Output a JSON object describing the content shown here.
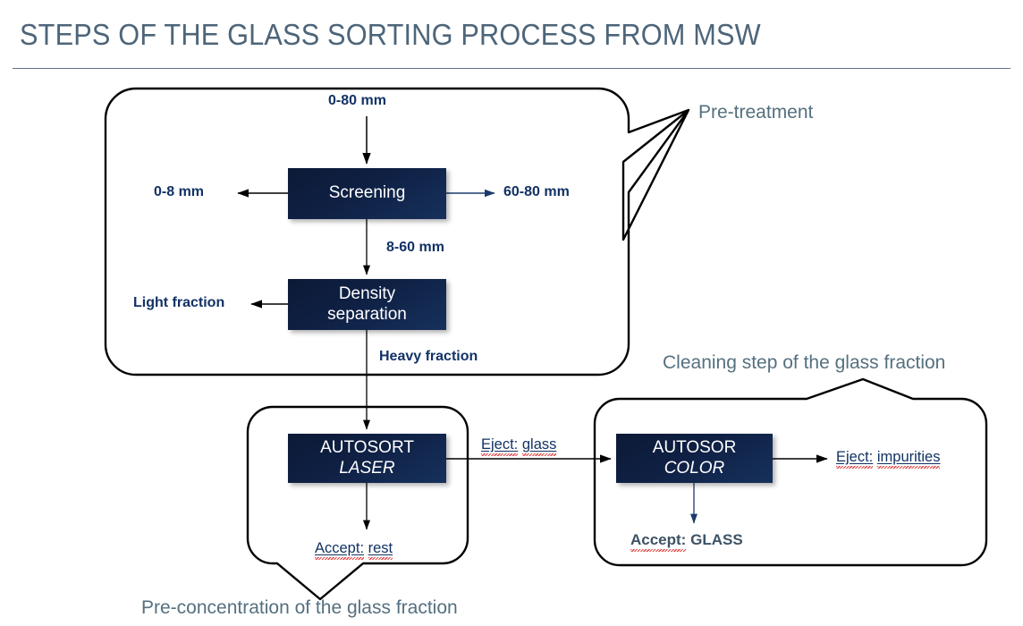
{
  "slide": {
    "title": "STEPS OF THE GLASS SORTING PROCESS FROM MSW",
    "title_color": "#4d6579",
    "rule_color": "#44577a",
    "background": "#ffffff"
  },
  "colors": {
    "box_fill_dark": "#0c1a36",
    "box_fill_light": "#16315c",
    "flow_label": "#123265",
    "caption": "#55707f",
    "glass_label": "#3d5264",
    "spellcheck_underline": "#e23b3b",
    "connector": "#000000"
  },
  "process_boxes": [
    {
      "id": "screening",
      "line1": "Screening",
      "line2": "",
      "italic_line2": false
    },
    {
      "id": "density",
      "line1": "Density",
      "line2": "separation",
      "italic_line2": false
    },
    {
      "id": "autosort_laser",
      "line1": "AUTOSORT",
      "line2": "LASER",
      "italic_line2": true
    },
    {
      "id": "autosort_color",
      "line1": "AUTOSOR",
      "line2": "COLOR",
      "italic_line2": true
    }
  ],
  "flow_labels": {
    "input_top": "0-80 mm",
    "screening_left": "0-8 mm",
    "screening_right": "60-80 mm",
    "screening_down": "8-60 mm",
    "density_left": "Light fraction",
    "density_down": "Heavy fraction"
  },
  "link_labels": {
    "eject_glass_prefix": "Eject:",
    "eject_glass_value": "glass",
    "accept_rest_prefix": "Accept:",
    "accept_rest_value": "rest",
    "eject_impurities_prefix": "Eject:",
    "eject_impurities_value": "impurities",
    "accept_glass_prefix": "Accept:",
    "accept_glass_value": "GLASS"
  },
  "captions": {
    "pre_treatment": "Pre-treatment",
    "cleaning_step": "Cleaning step of the glass fraction",
    "pre_concentration": "Pre-concentration of the glass fraction"
  },
  "groups": [
    {
      "id": "pre-treatment-group",
      "caption_key": "pre_treatment",
      "tail": "right-up"
    },
    {
      "id": "pre-concentration-group",
      "caption_key": "pre_concentration",
      "tail": "bottom-down"
    },
    {
      "id": "cleaning-group",
      "caption_key": "cleaning_step",
      "tail": "top-up"
    }
  ]
}
